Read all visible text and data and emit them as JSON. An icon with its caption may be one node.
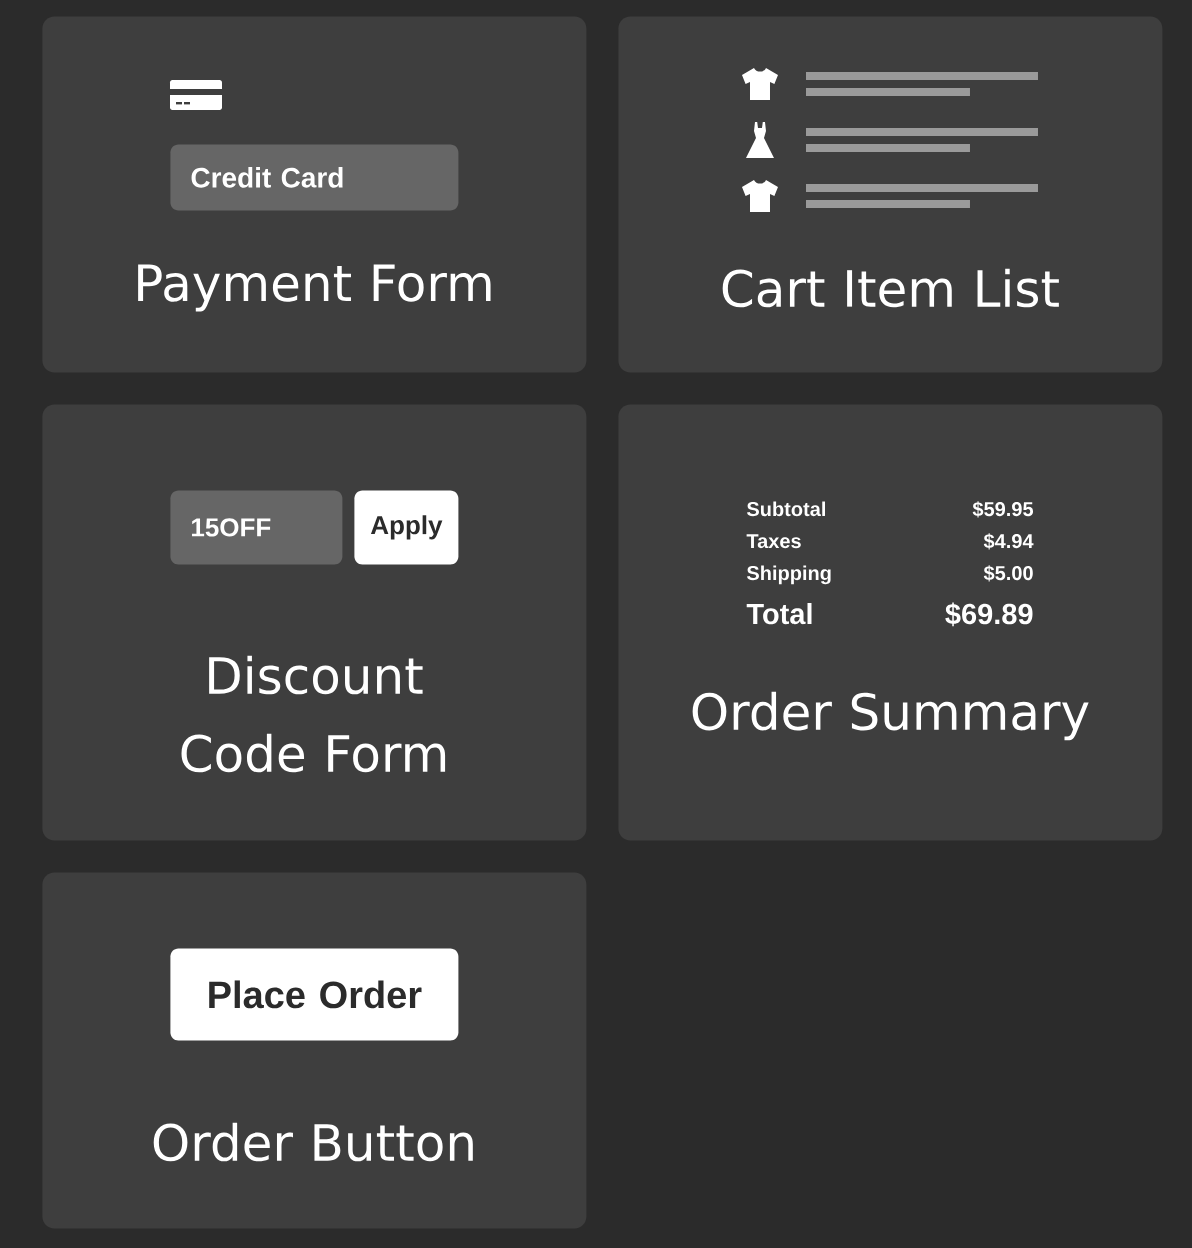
{
  "diagram": {
    "nodes": [
      {
        "text": [
          "Payment Form"
        ]
      },
      {
        "text": [
          "Credit Card"
        ],
        "in": 0
      },
      {
        "text": [
          "Cart Item List"
        ]
      },
      {
        "text": [
          "Discount Code Form"
        ]
      },
      {
        "text": [
          "15OFF"
        ],
        "in": 3
      },
      {
        "text": [
          "Apply"
        ],
        "in": 3
      },
      {
        "text": [
          "Order Summary"
        ]
      },
      {
        "text": [
          "Order Button"
        ]
      },
      {
        "text": [
          "Place Order"
        ],
        "in": 7
      }
    ],
    "labels": [
      "Subtotal",
      "$59.95",
      "Taxes",
      "$4.94",
      "Shipping",
      "$5.00",
      "Total",
      "$69.89"
    ]
  }
}
